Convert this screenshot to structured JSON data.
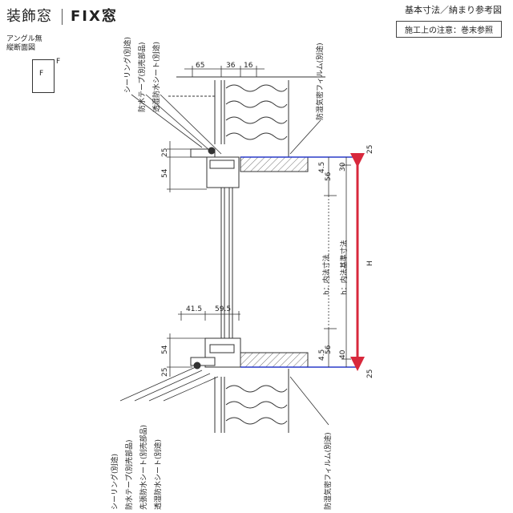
{
  "header": {
    "product": "装飾窓",
    "model": "FIX窓",
    "subtitle": "基本寸法／納まり参考図",
    "note": "施工上の注意：巻末参照"
  },
  "legend": {
    "line1": "アングル無",
    "line2": "縦断面図",
    "mini_label": "F",
    "mini_tag": "F"
  },
  "dimensions": {
    "top_widths": [
      "65",
      "36",
      "16"
    ],
    "top_25": "25",
    "top_54": "54",
    "top_45": "4.5",
    "top_30": "30",
    "top_56": "56",
    "bottom_widths": [
      "41.5",
      "59.5"
    ],
    "bottom_54": "54",
    "bottom_56": "56",
    "bottom_45": "4.5",
    "bottom_40": "40",
    "bottom_25": "25",
    "right_25_top": "25",
    "right_25_bottom": "25",
    "inner_h": "h：内法寸法",
    "inner_ref": "h：内法基準寸法",
    "H": "H"
  },
  "labels_top": {
    "sealing": "シーリング(別途)",
    "waterproof_tape": "防水テープ(別売部品)",
    "moisture_sheet": "透湿防水シート(別途)",
    "vapor_film": "防湿気密フィルム(別途)"
  },
  "labels_bottom": {
    "sealing": "シーリング(別途)",
    "waterproof_tape": "防水テープ(別売部品)",
    "pre_sheet": "先張防水シート(別売部品)",
    "moisture_sheet": "透湿防水シート(別途)",
    "vapor_film": "防湿気密フィルム(別途)"
  },
  "colors": {
    "accent_red": "#d8283c",
    "blue_line": "#2a3cc8"
  }
}
